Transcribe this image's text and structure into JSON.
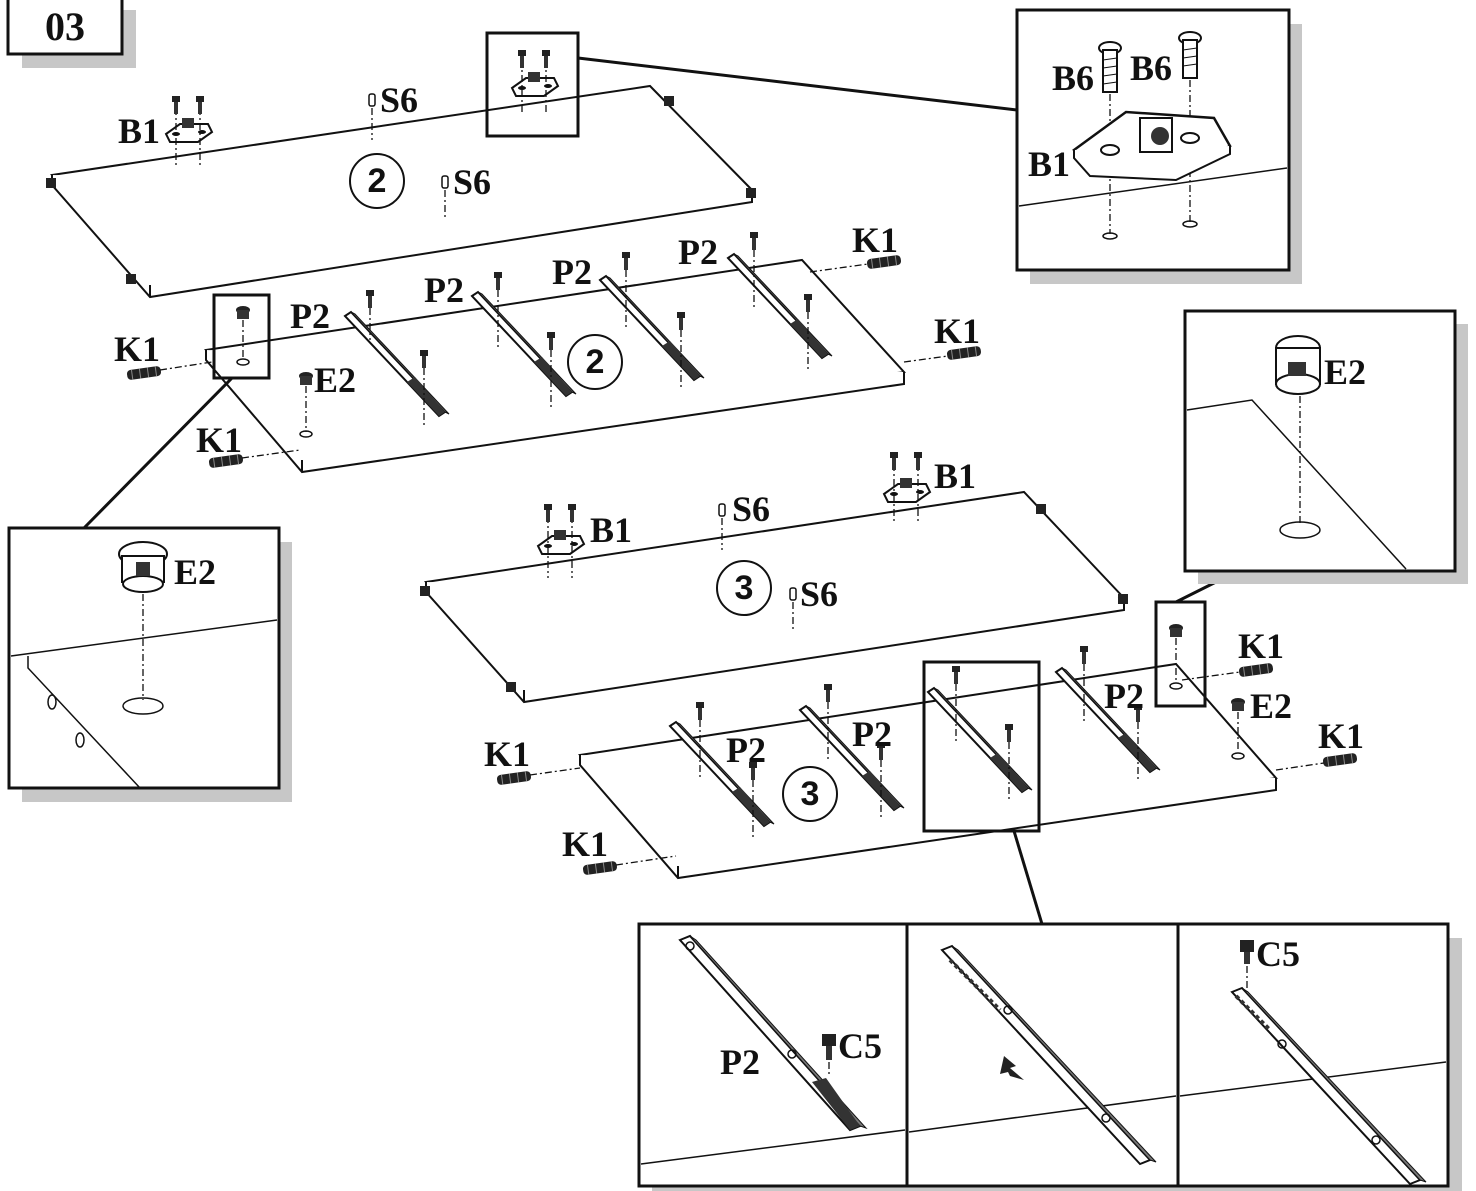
{
  "step_number": "03",
  "panel_numbers": {
    "top_panel_upper": "2",
    "top_panel_lower": "2",
    "bottom_panel_upper": "3",
    "bottom_panel_lower": "3"
  },
  "part_labels": {
    "B1": "B1",
    "B6": "B6",
    "S6": "S6",
    "K1": "K1",
    "P2": "P2",
    "E2": "E2",
    "C5": "C5"
  }
}
